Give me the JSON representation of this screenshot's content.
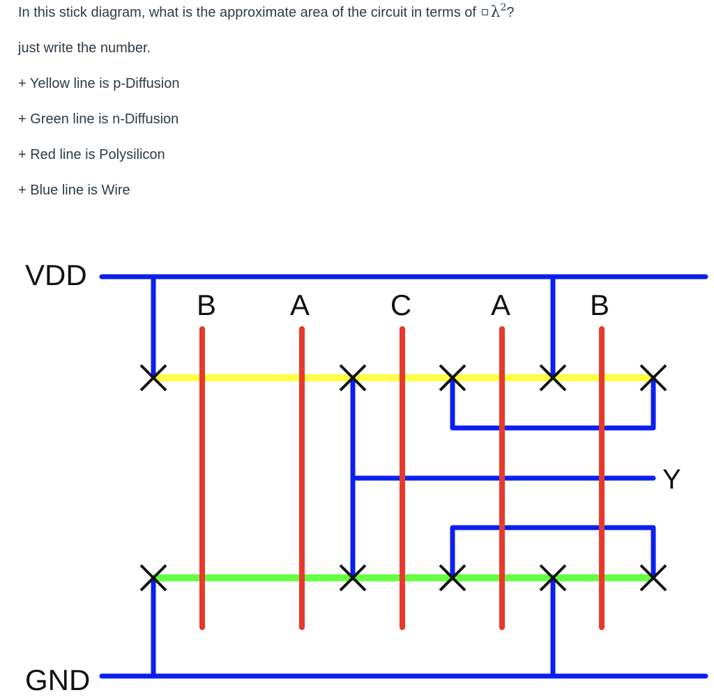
{
  "question": {
    "lead": "In this stick diagram, what is the approximate area of the circuit in terms of",
    "symbol_icon": "box-glyph",
    "math_base": "λ",
    "math_exponent": "2",
    "math_suffix": "?",
    "instruction": "just write the number.",
    "legend": [
      "+ Yellow line is p-Diffusion",
      "+ Green line is n-Diffusion",
      "+ Red line is Polysilicon",
      "+ Blue line is Wire"
    ]
  },
  "diagram": {
    "rail_labels": {
      "vdd": "VDD",
      "gnd": "GND"
    },
    "output_label": "Y",
    "gate_labels": [
      "B",
      "A",
      "C",
      "A",
      "B"
    ],
    "colors": {
      "p_diffusion": "#ffff44",
      "n_diffusion": "#66ff44",
      "polysilicon": "#e8392a",
      "wire": "#0b1ff0",
      "contact": "#111111",
      "text": "#111111"
    }
  }
}
